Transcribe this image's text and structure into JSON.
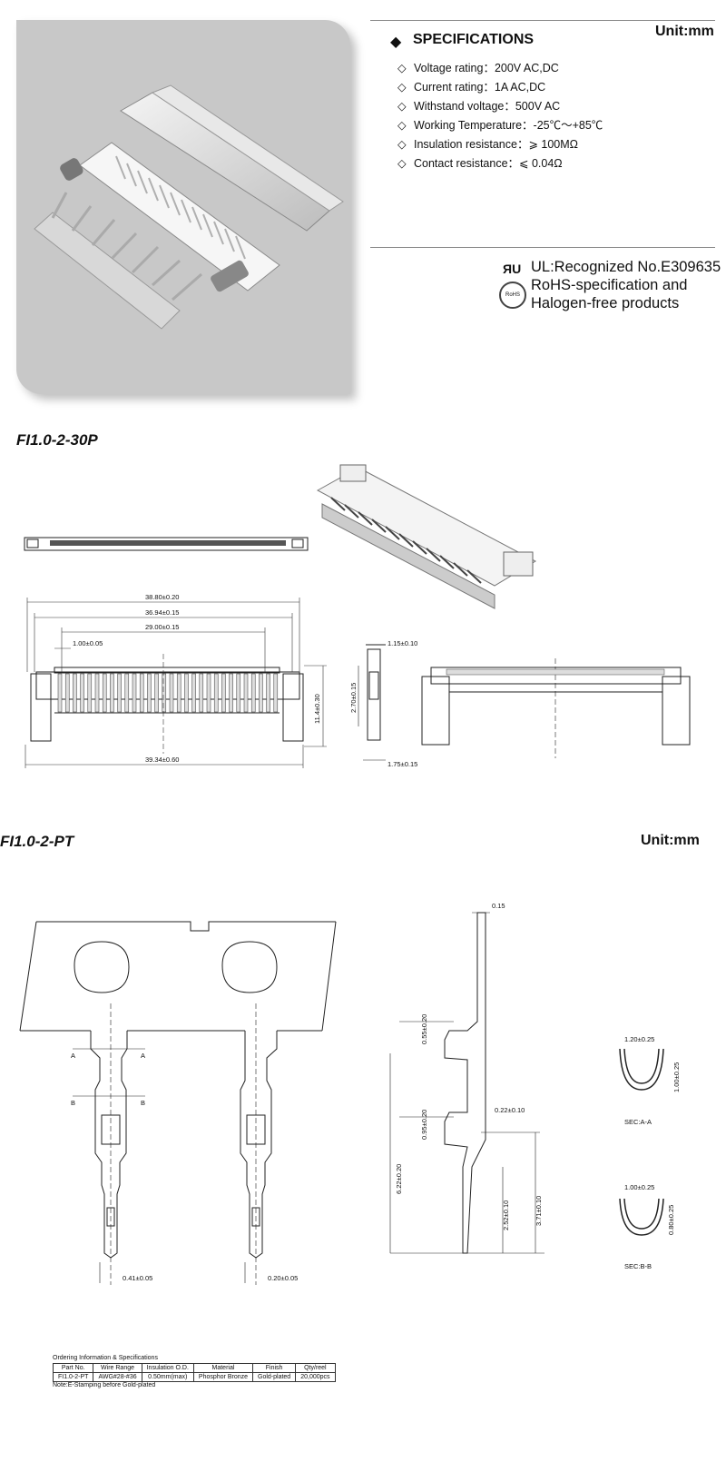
{
  "specifications": {
    "title": "SPECIFICATIONS",
    "unit": "Unit:mm",
    "items": [
      "Voltage rating：200V AC,DC",
      "Current rating：1A AC,DC",
      "Withstand voltage：500V AC",
      "Working Temperature：-25℃～+85℃",
      "Insulation resistance：⩾ 100MΩ",
      "Contact resistance：⩽ 0.04Ω"
    ]
  },
  "certification": {
    "ul_logo": "ЯU",
    "ul_text": "UL:Recognized No.E309635",
    "rohs_icon": "RoHS",
    "rohs_text_line1": "RoHS-specification and",
    "rohs_text_line2": "Halogen-free products"
  },
  "connector": {
    "title": "FI1.0-2-30P",
    "dims": {
      "d1": "38.80±0.20",
      "d2": "36.94±0.15",
      "d3": "29.00±0.15",
      "d4": "1.00±0.05",
      "d5": "39.34±0.60",
      "d6": "11.4±0.30",
      "d7": "1.15±0.10",
      "d8": "2.70±0.15",
      "d9": "1.75±0.15"
    }
  },
  "terminal": {
    "title": "FI1.0-2-PT",
    "unit": "Unit:mm",
    "dims": {
      "t1": "0.41±0.05",
      "t2": "0.20±0.05",
      "t3": "0.15",
      "t4": "0.55±0.20",
      "t5": "0.95±0.20",
      "t6": "0.22±0.10",
      "t7": "6.22±0.20",
      "t8": "2.52±0.10",
      "t9": "3.71±0.10",
      "t10": "1.20±0.25",
      "t11": "1.00±0.25",
      "t12": "1.00±0.25",
      "t13": "0.80±0.25",
      "sec_a": "SEC:A-A",
      "sec_b": "SEC:B-B",
      "a": "A",
      "b": "B"
    }
  },
  "ordering": {
    "caption": "Ordering Information & Specifications",
    "headers": [
      "Part No.",
      "Wire Range",
      "Insulation O.D.",
      "Material",
      "Finish",
      "Qty/reel"
    ],
    "rows": [
      [
        "FI1.0-2-PT",
        "AWG#28-#36",
        "0.50mm(max)",
        "Phosphor Bronze",
        "Gold-plated",
        "20,000pcs"
      ]
    ],
    "note": "Note:E-Stamping before Gold-plated"
  }
}
